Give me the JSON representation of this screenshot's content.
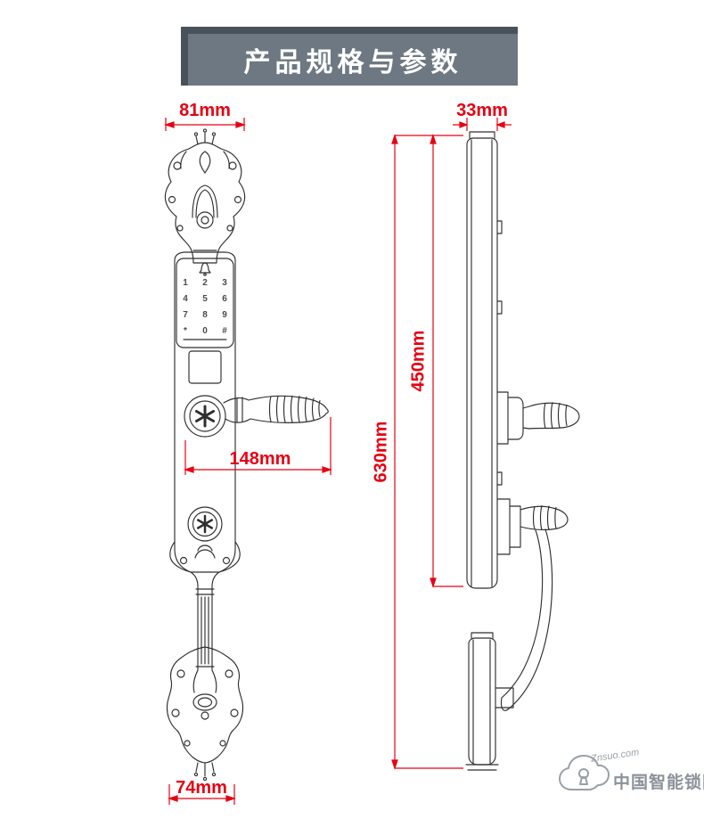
{
  "title": "产品规格与参数",
  "dims": {
    "front_top_width": "81mm",
    "handle_length": "148mm",
    "front_bottom_width": "74mm",
    "side_depth": "33mm",
    "body_height": "450mm",
    "total_height": "630mm"
  },
  "keypad": {
    "keys": [
      "1",
      "2",
      "3",
      "4",
      "5",
      "6",
      "7",
      "8",
      "9",
      "*",
      "0",
      "#"
    ]
  },
  "watermark": {
    "site": "Znsuo.com",
    "name": "中国智能锁网"
  },
  "icons": {
    "bell": "bell-icon",
    "knob_star": "star-knob-icon",
    "cloud": "cloud-icon"
  },
  "colors": {
    "dimension_red": "#e60012",
    "banner_gray": "#6d7882",
    "banner_shadow": "#49525a",
    "line_art": "#2f2f2f",
    "watermark_gray": "#8b929a"
  }
}
